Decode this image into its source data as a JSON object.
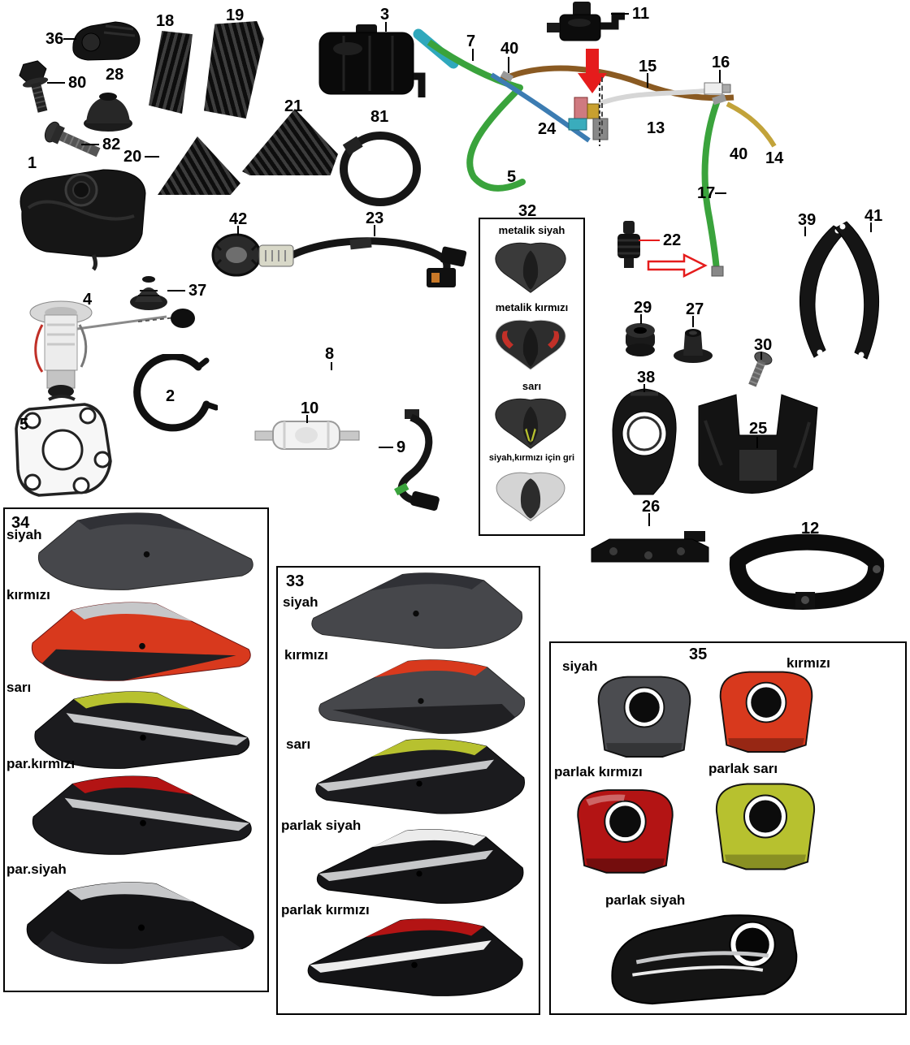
{
  "nums": {
    "n1": "1",
    "n2": "2",
    "n3": "3",
    "n4": "4",
    "n5": "5",
    "n7": "7",
    "n8": "8",
    "n9": "9",
    "n10": "10",
    "n11": "11",
    "n12": "12",
    "n13": "13",
    "n14": "14",
    "n15": "15",
    "n16": "16",
    "n17": "17",
    "n18": "18",
    "n19": "19",
    "n20": "20",
    "n21": "21",
    "n22": "22",
    "n23": "23",
    "n24": "24",
    "n25": "25",
    "n26": "26",
    "n27": "27",
    "n28": "28",
    "n29": "29",
    "n30": "30",
    "n32": "32",
    "n33": "33",
    "n34": "34",
    "n35": "35",
    "n36": "36",
    "n37": "37",
    "n38": "38",
    "n39": "39",
    "n40": "40",
    "n41": "41",
    "n42": "42",
    "n80": "80",
    "n81": "81",
    "n82": "82"
  },
  "pad_box": {
    "num": "32",
    "variants": [
      {
        "label": "metalik siyah"
      },
      {
        "label": "metalik kırmızı"
      },
      {
        "label": "sarı"
      },
      {
        "label": "siyah,kırmızı için gri"
      }
    ]
  },
  "left_box": {
    "num": "34",
    "variants": [
      {
        "label": "siyah"
      },
      {
        "label": "kırmızı"
      },
      {
        "label": "sarı"
      },
      {
        "label": "par.kırmızı"
      },
      {
        "label": "par.siyah"
      }
    ]
  },
  "mid_box": {
    "num": "33",
    "variants": [
      {
        "label": "siyah"
      },
      {
        "label": "kırmızı"
      },
      {
        "label": "sarı"
      },
      {
        "label": "parlak siyah"
      },
      {
        "label": "parlak kırmızı"
      }
    ]
  },
  "right_box": {
    "num": "35",
    "variants": [
      {
        "label": "siyah"
      },
      {
        "label": "kırmızı"
      },
      {
        "label": "parlak kırmızı"
      },
      {
        "label": "parlak sarı"
      },
      {
        "label": "parlak siyah"
      }
    ]
  },
  "colors": {
    "graphite": "#46474b",
    "panel_dark": "#1b1b1e",
    "red": "#d8391d",
    "dark_red": "#b31414",
    "yellow": "#b7c12f",
    "silver": "#c6c7c9",
    "white_accent": "#ececec",
    "green_hose": "#3aa33c",
    "teal_hose": "#2fa8bc",
    "blue_hose": "#3c7cb2",
    "brown_hose": "#8a5a22",
    "white_hose": "#d6d6d6",
    "yellow_hose": "#c2a33a",
    "arrow_red": "#e51c1c",
    "pad_red": "#c23028",
    "pad_gray": "#d4d4d4",
    "cover_gray": "#4b4c50"
  }
}
